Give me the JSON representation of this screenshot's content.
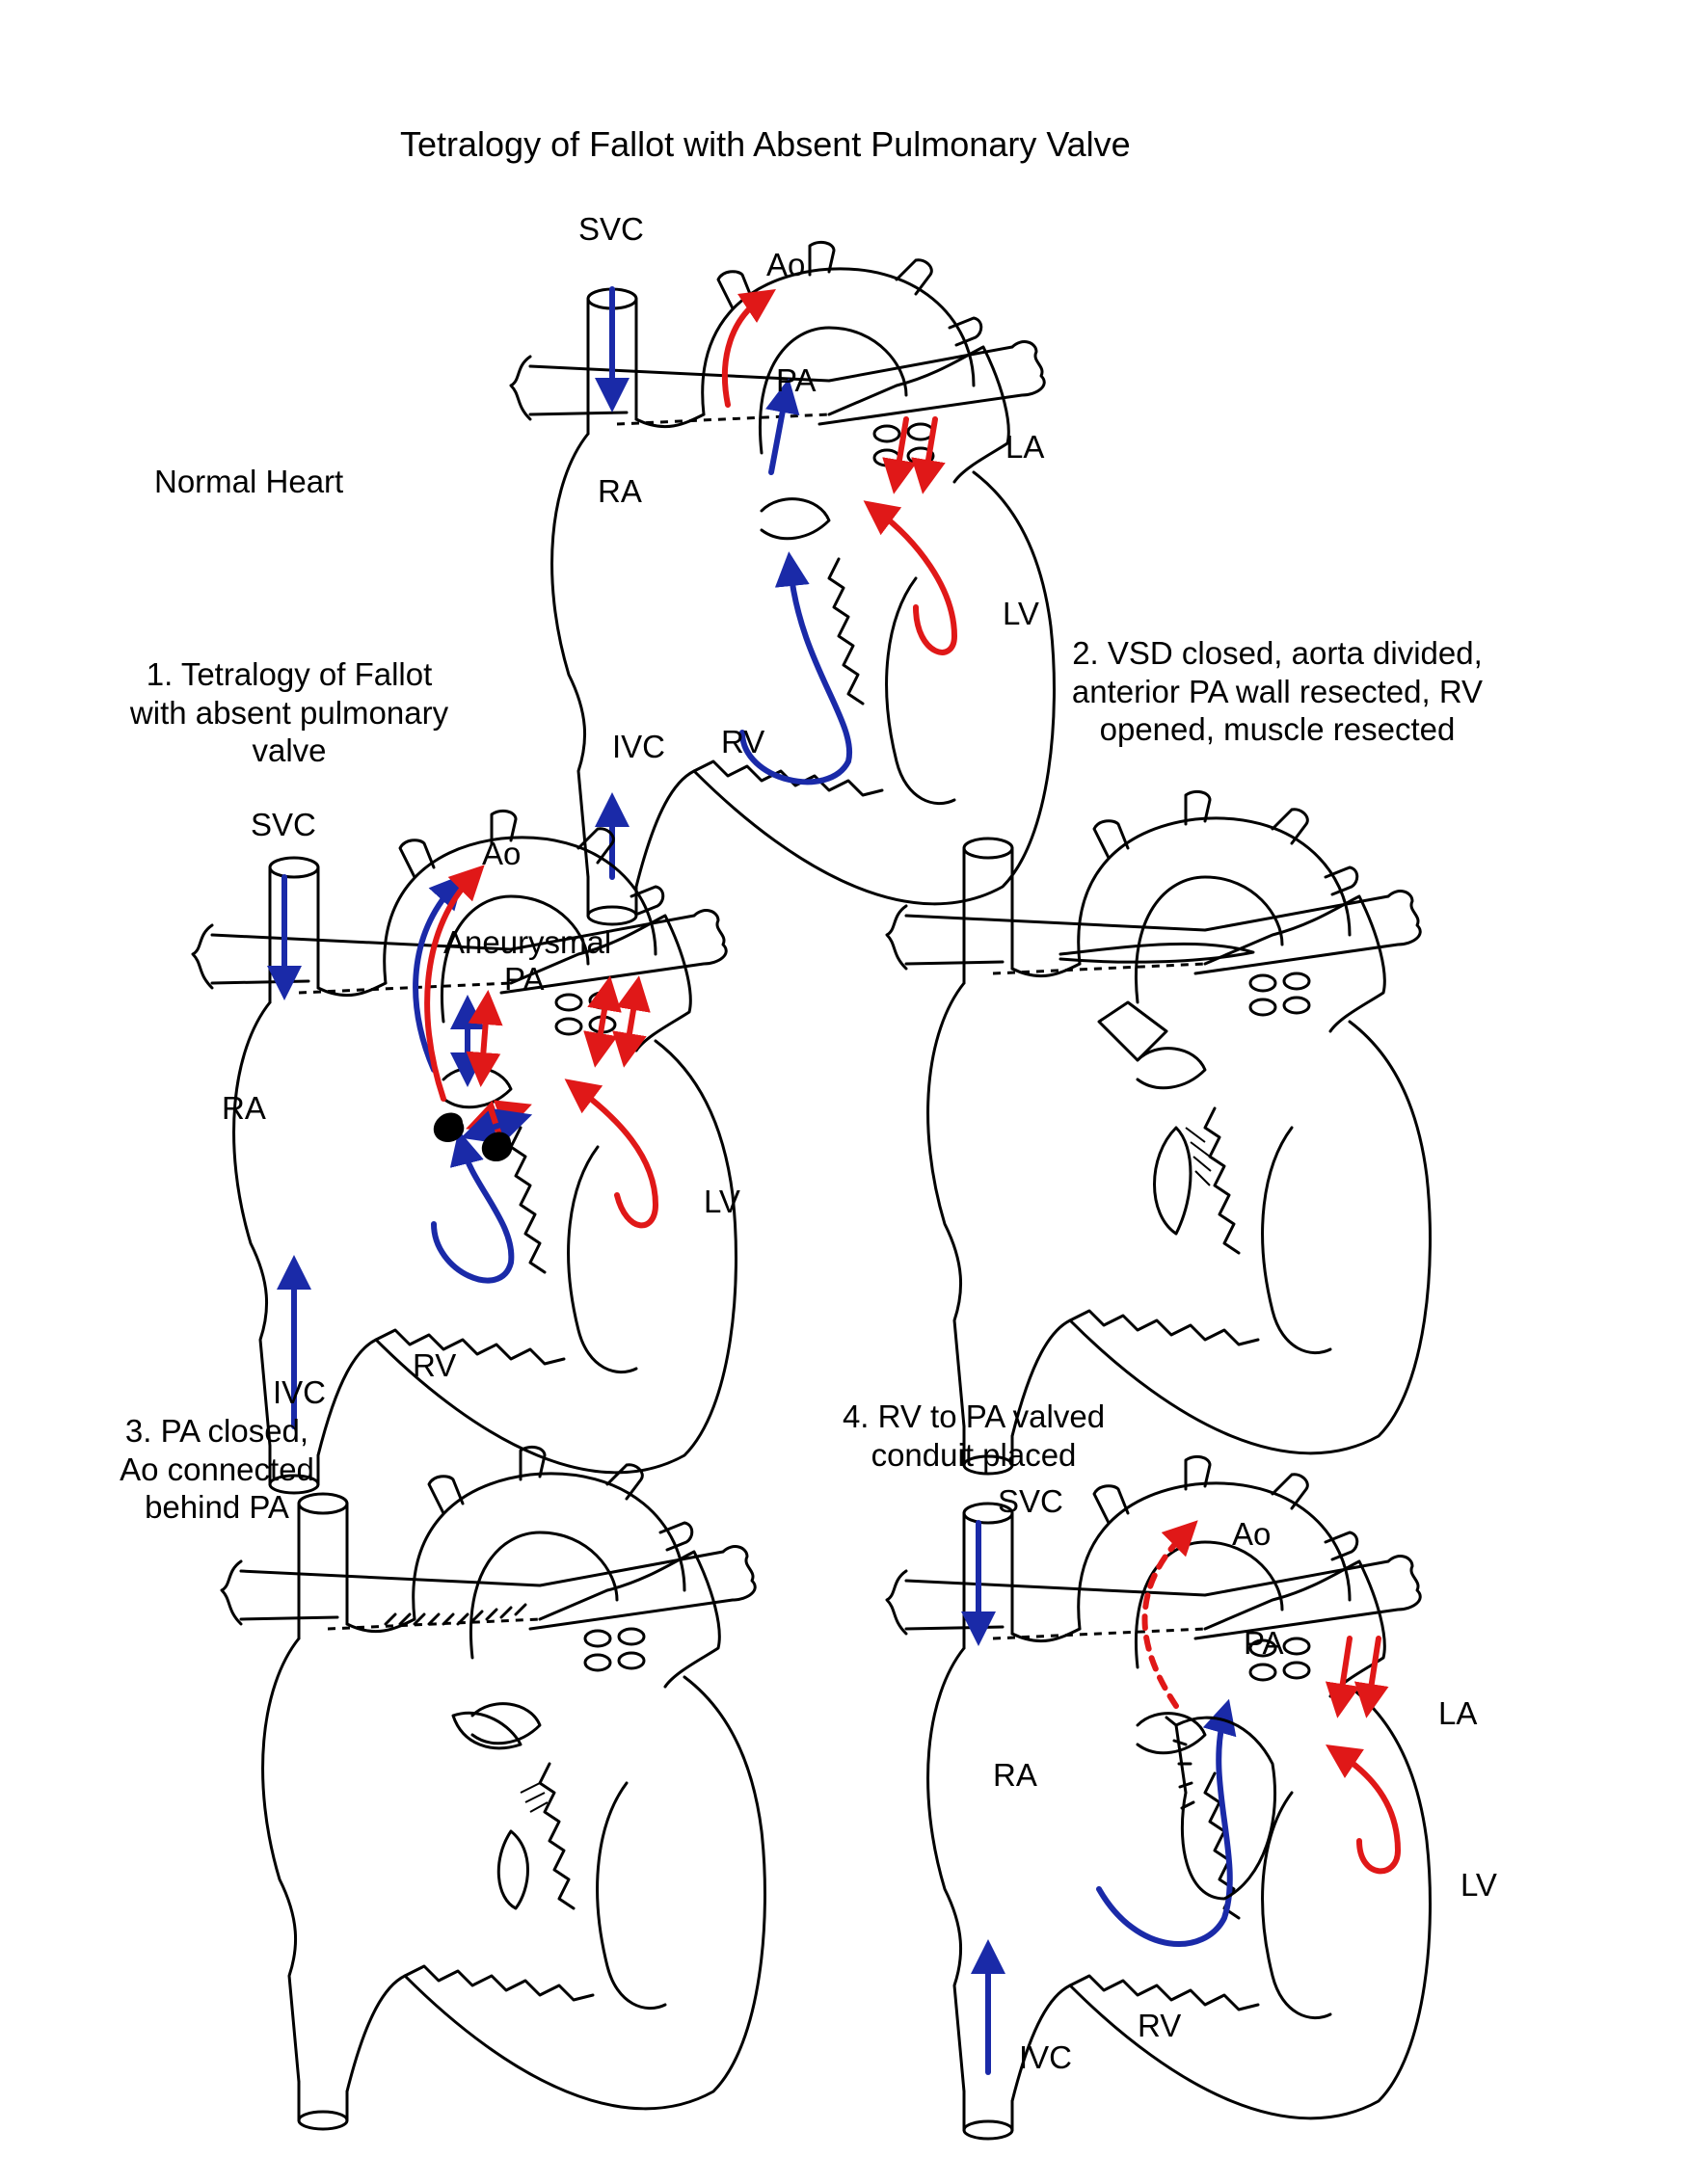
{
  "title": "Tetralogy of Fallot with Absent Pulmonary Valve",
  "panels": {
    "normal": {
      "caption": "Normal Heart",
      "labels": {
        "svc": "SVC",
        "ao": "Ao",
        "pa": "PA",
        "la": "LA",
        "ra": "RA",
        "lv": "LV",
        "ivc": "IVC",
        "rv": "RV"
      }
    },
    "p1": {
      "caption_lines": [
        "1. Tetralogy of Fallot",
        "with absent pulmonary",
        "valve"
      ],
      "labels": {
        "svc": "SVC",
        "ao": "Ao",
        "pa_top": "Aneurysmal",
        "pa": "PA",
        "ra": "RA",
        "lv": "LV",
        "ivc": "IVC",
        "rv": "RV"
      }
    },
    "p2": {
      "caption_lines": [
        "2. VSD closed, aorta divided,",
        "anterior PA wall resected, RV",
        "opened, muscle resected"
      ]
    },
    "p3": {
      "caption_lines": [
        "3. PA closed,",
        "Ao connected",
        "behind PA"
      ]
    },
    "p4": {
      "caption_lines": [
        "4.  RV to PA valved",
        "conduit placed"
      ],
      "labels": {
        "svc": "SVC",
        "ao": "Ao",
        "pa": "PA",
        "la": "LA",
        "ra": "RA",
        "lv": "LV",
        "ivc": "IVC",
        "rv": "RV"
      }
    }
  },
  "colors": {
    "deoxygenated_flow": "#1a2aa8",
    "oxygenated_flow": "#e01818",
    "outline": "#000000"
  }
}
